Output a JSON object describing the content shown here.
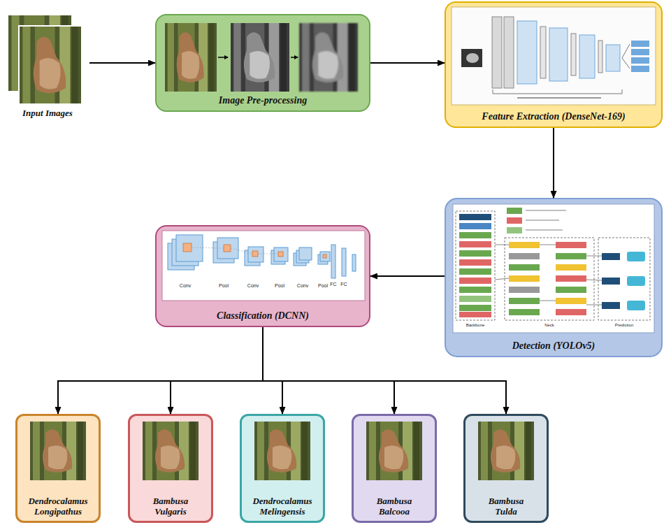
{
  "diagram": {
    "nodes": [
      {
        "text": [
          "Input Images"
        ]
      },
      {
        "text": [
          "Image Pre-processing"
        ]
      },
      {
        "text": [
          "Feature Extraction (DenseNet-169)"
        ]
      },
      {
        "text": [
          "Detection (YOLOv5)"
        ]
      },
      {
        "text": [
          "Classification (DCNN)"
        ]
      },
      {
        "text": [
          "Dendrocalamus Longipathus"
        ]
      },
      {
        "text": [
          "Bambusa Vulgaris"
        ]
      },
      {
        "text": [
          "Dendrocalamus Melingensis"
        ]
      },
      {
        "text": [
          "Bambusa Balcooa"
        ]
      },
      {
        "text": [
          "Bambusa Tulda"
        ]
      }
    ],
    "edges": [
      {
        "from": 0,
        "to": 1,
        "arrow": "to"
      },
      {
        "from": 1,
        "to": 2,
        "arrow": "to"
      },
      {
        "from": 2,
        "to": 3,
        "arrow": "to"
      },
      {
        "from": 3,
        "to": 4,
        "arrow": "to"
      },
      {
        "from": 4,
        "to": 5,
        "arrow": "to"
      },
      {
        "from": 4,
        "to": 6,
        "arrow": "to"
      },
      {
        "from": 4,
        "to": 7,
        "arrow": "to"
      },
      {
        "from": 4,
        "to": 8,
        "arrow": "to"
      },
      {
        "from": 4,
        "to": 9,
        "arrow": "to"
      }
    ],
    "labels": [
      "Backbone",
      "Neck",
      "Prediction",
      "Conv",
      "Pool",
      "Conv",
      "Pool",
      "Conv",
      "Pool",
      "FC",
      "FC"
    ]
  }
}
